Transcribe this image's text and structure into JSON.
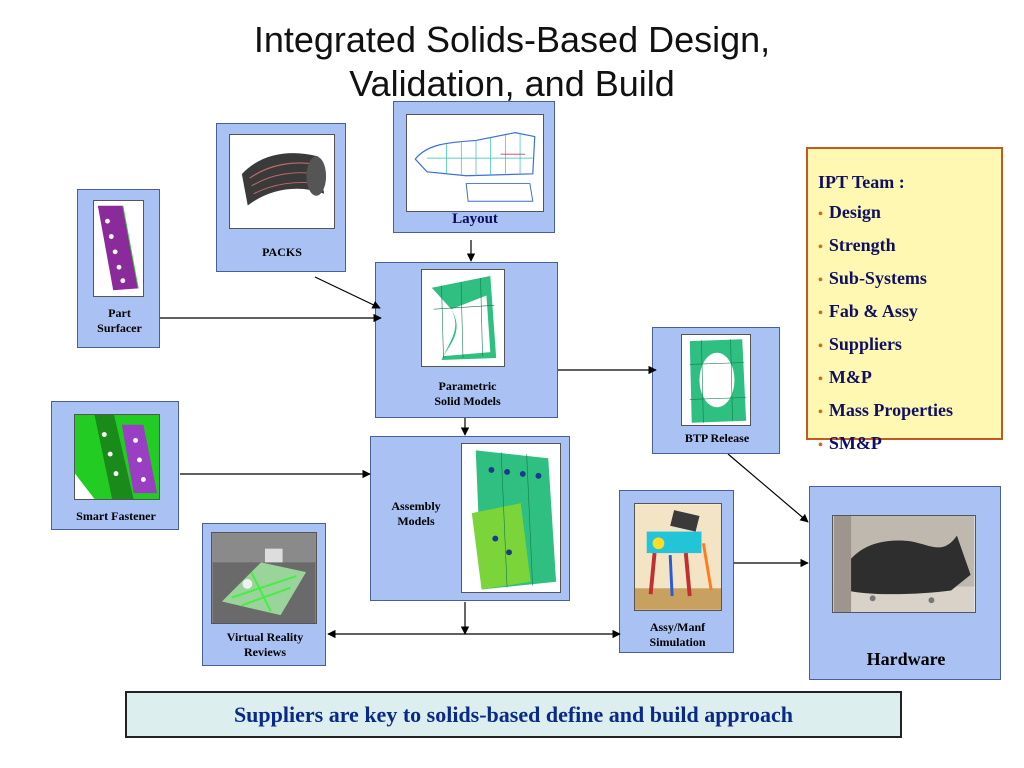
{
  "title_line1": "Integrated Solids-Based Design,",
  "title_line2": "Validation, and Build",
  "nodes": {
    "layout": "Layout",
    "packs": "PACKS",
    "part_surfacer": "Part\nSurfacer",
    "parametric": "Parametric\nSolid Models",
    "btp": "BTP Release",
    "smart_fastener": "Smart Fastener",
    "assembly": "Assembly\nModels",
    "assy_manf": "Assy/Manf\nSimulation",
    "vr_reviews": "Virtual Reality\nReviews",
    "hardware": "Hardware"
  },
  "ipt_team": {
    "heading": "IPT Team :",
    "items": [
      "Design",
      "Strength",
      "Sub-Systems",
      "Fab & Assy",
      "Suppliers",
      "M&P",
      "Mass Properties",
      "SM&P"
    ]
  },
  "banner": "Suppliers are key to solids-based define and build approach",
  "colors": {
    "box_fill": "#a9c1f3",
    "ipt_fill": "#fef8b3",
    "ipt_border": "#c05a20",
    "bullet": "#d2691e",
    "banner_text": "#0a2a8a"
  }
}
